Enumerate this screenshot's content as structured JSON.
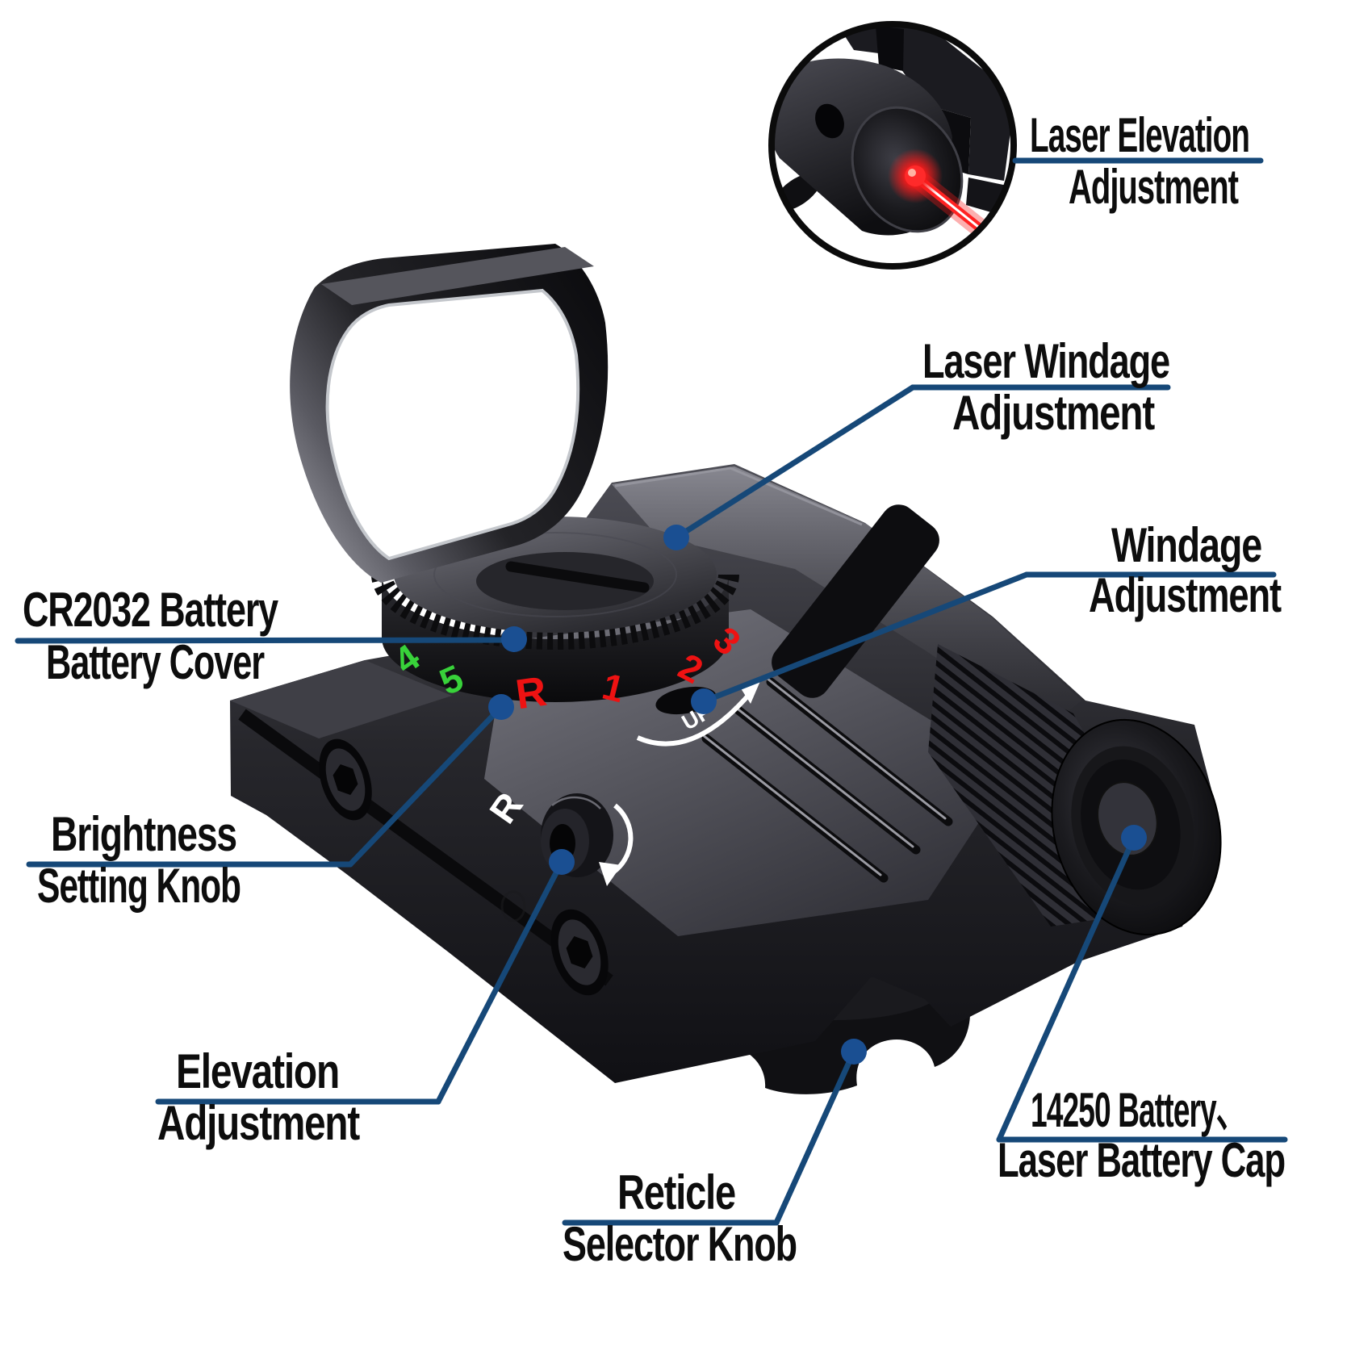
{
  "figure": {
    "type": "product-annotation-diagram",
    "subject": "reflex red/green dot sight with integrated laser",
    "background_color": "#ffffff",
    "callout_line_color": "#164878",
    "callout_dot_color": "#1a4f92",
    "label_text_color": "#0d0d0d"
  },
  "callouts": {
    "laser_elevation": {
      "line1": "Laser Elevation",
      "line2": "Adjustment"
    },
    "laser_windage": {
      "line1": "Laser Windage",
      "line2": "Adjustment"
    },
    "windage": {
      "line1": "Windage",
      "line2": "Adjustment"
    },
    "cr2032": {
      "line1": "CR2032 Battery",
      "line2": "Battery Cover"
    },
    "brightness": {
      "line1": "Brightness",
      "line2": "Setting Knob"
    },
    "elevation": {
      "line1": "Elevation",
      "line2": "Adjustment"
    },
    "reticle": {
      "line1": "Reticle",
      "line2": "Selector Knob"
    },
    "laser_battery": {
      "line1": "14250 Battery、",
      "line2": "Laser Battery Cap"
    }
  },
  "dial": {
    "marks": [
      "4",
      "5",
      "R",
      "1",
      "2",
      "3"
    ],
    "green_color": "#38d23a",
    "red_color": "#ee1212"
  },
  "markings": {
    "side_r": "R",
    "up": "UP"
  }
}
